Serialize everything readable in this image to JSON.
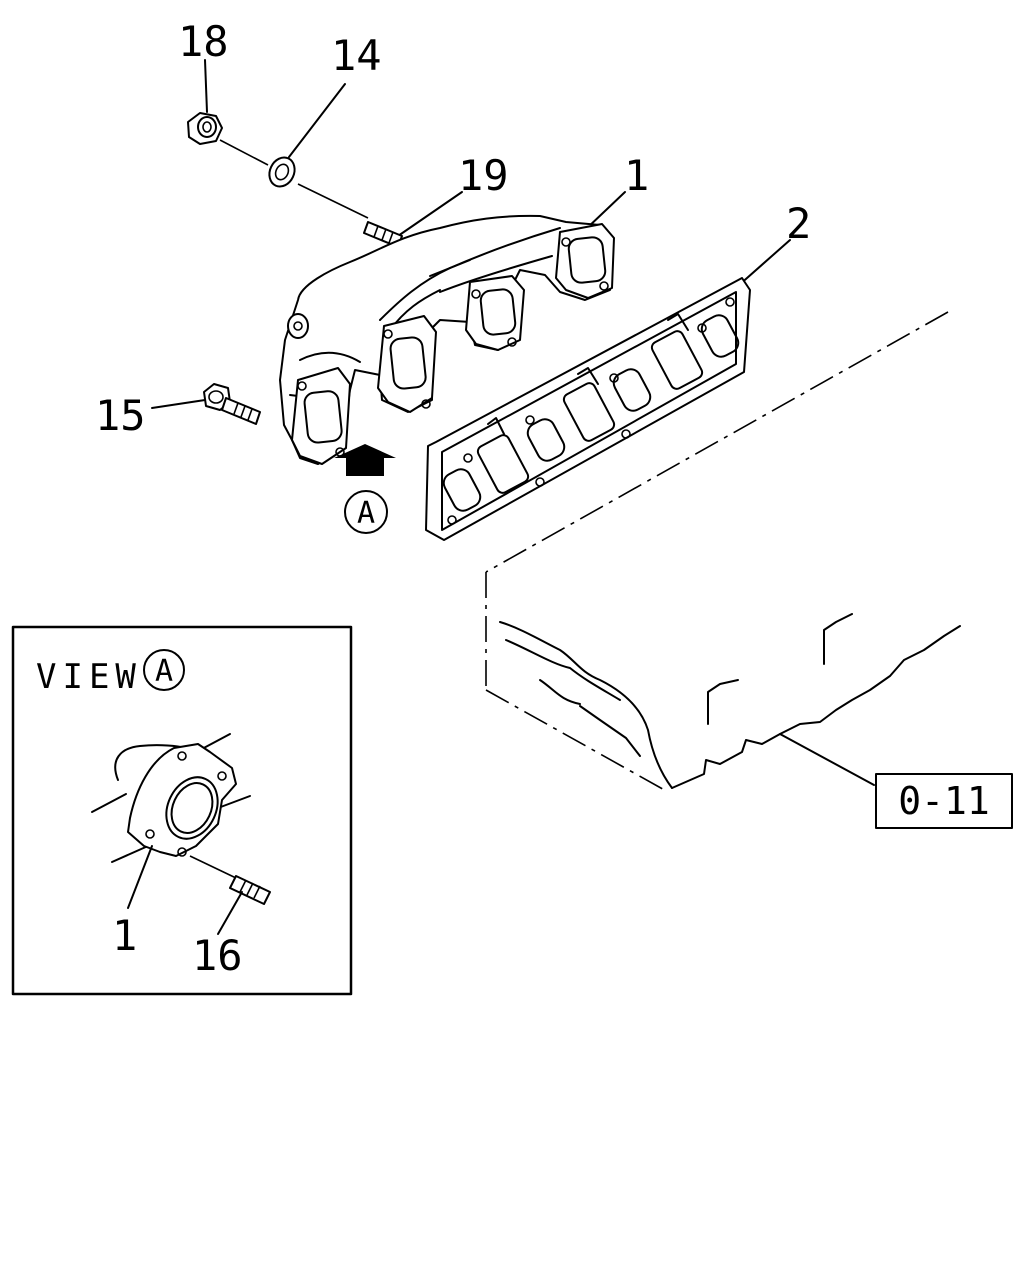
{
  "callouts": {
    "nut": "18",
    "washer": "14",
    "stud_top": "19",
    "manifold": "1",
    "gasket": "2",
    "bolt": "15",
    "view_manifold": "1",
    "view_stud": "16"
  },
  "view_marker": "A",
  "view_label": "VIEW",
  "view_label_marker": "A",
  "reference_box": "0-11"
}
